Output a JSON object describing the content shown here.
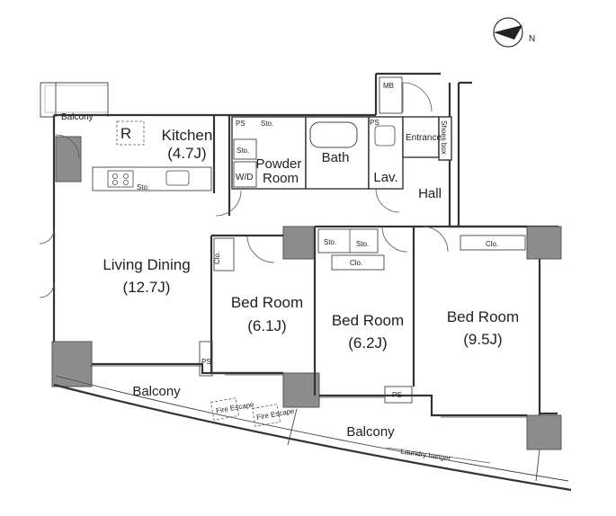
{
  "compass": {
    "letter": "N"
  },
  "rooms": {
    "kitchen": {
      "name": "Kitchen",
      "size": "(4.7J)"
    },
    "living": {
      "name": "Living Dining",
      "size": "(12.7J)"
    },
    "bed1": {
      "name": "Bed Room",
      "size": "(6.1J)"
    },
    "bed2": {
      "name": "Bed Room",
      "size": "(6.2J)"
    },
    "bed3": {
      "name": "Bed Room",
      "size": "(9.5J)"
    },
    "bath": "Bath",
    "powder": "Powder Room",
    "lav": "Lav.",
    "hall": "Hall",
    "entrance": "Entrance",
    "shoes": "Shoes box",
    "mb": "MB",
    "wd": "W/D"
  },
  "small": {
    "sto": "Sto.",
    "clo": "Clo.",
    "ps": "PS",
    "r": "R"
  },
  "balconies": {
    "top_left": "Balcony",
    "bottom_left": "Balcony",
    "bottom_right": "Balcony"
  },
  "fire_escape": "Fire Escape",
  "laundry": "Laundry hanger"
}
